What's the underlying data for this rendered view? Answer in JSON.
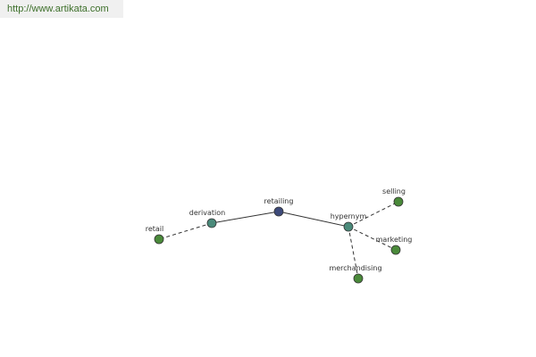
{
  "header": {
    "url": "http://www.artikata.com"
  },
  "graph": {
    "colors": {
      "center": "#3d4a7a",
      "relation": "#4a8a7a",
      "leaf": "#4a8a3a",
      "line": "#333333"
    },
    "nodes": [
      {
        "id": "retailing",
        "label": "retailing",
        "kind": "center"
      },
      {
        "id": "derivation",
        "label": "derivation",
        "kind": "relation"
      },
      {
        "id": "hypernym",
        "label": "hypernym",
        "kind": "relation"
      },
      {
        "id": "retail",
        "label": "retail",
        "kind": "leaf"
      },
      {
        "id": "selling",
        "label": "selling",
        "kind": "leaf"
      },
      {
        "id": "marketing",
        "label": "marketing",
        "kind": "leaf"
      },
      {
        "id": "merchandising",
        "label": "merchandising",
        "kind": "leaf"
      }
    ],
    "edges": [
      {
        "from": "retailing",
        "to": "derivation",
        "style": "solid"
      },
      {
        "from": "retailing",
        "to": "hypernym",
        "style": "solid"
      },
      {
        "from": "derivation",
        "to": "retail",
        "style": "dashed"
      },
      {
        "from": "hypernym",
        "to": "selling",
        "style": "dashed"
      },
      {
        "from": "hypernym",
        "to": "marketing",
        "style": "dashed"
      },
      {
        "from": "hypernym",
        "to": "merchandising",
        "style": "dashed"
      }
    ]
  }
}
